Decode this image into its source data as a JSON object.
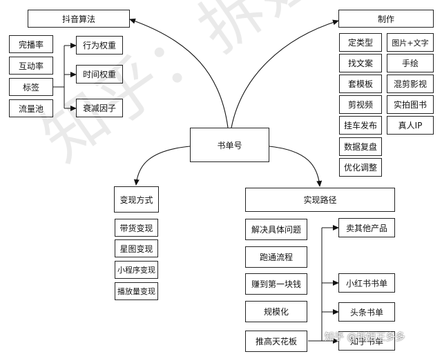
{
  "center": "书单号",
  "algorithm": {
    "title": "抖音算法",
    "metrics": [
      "完播率",
      "互动率",
      "标签",
      "流量池"
    ],
    "weights": [
      "行为权重",
      "时间权重",
      "衰减因子"
    ]
  },
  "production": {
    "title": "制作",
    "col1": [
      "定类型",
      "找文案",
      "套模板",
      "剪视频",
      "挂车发布",
      "数据复盘",
      "优化调整"
    ],
    "col2": [
      "图片+文字",
      "手绘",
      "混剪影视",
      "实拍图书",
      "真人IP"
    ]
  },
  "monetization": {
    "title": "变现方式",
    "items": [
      "带货变现",
      "星图变现",
      "小程序变现",
      "播放量变现"
    ]
  },
  "path": {
    "title": "实现路径",
    "steps": [
      "解决具体问题",
      "跑通流程",
      "赚到第一块钱",
      "规模化",
      "推高天花板"
    ],
    "outcomes": [
      "卖其他产品",
      "小红书书单",
      "头条书单",
      "知乎书单"
    ]
  },
  "watermarks": {
    "main": "知乎：拆姐王多多",
    "corner": "知乎 @拆姐王多多"
  }
}
